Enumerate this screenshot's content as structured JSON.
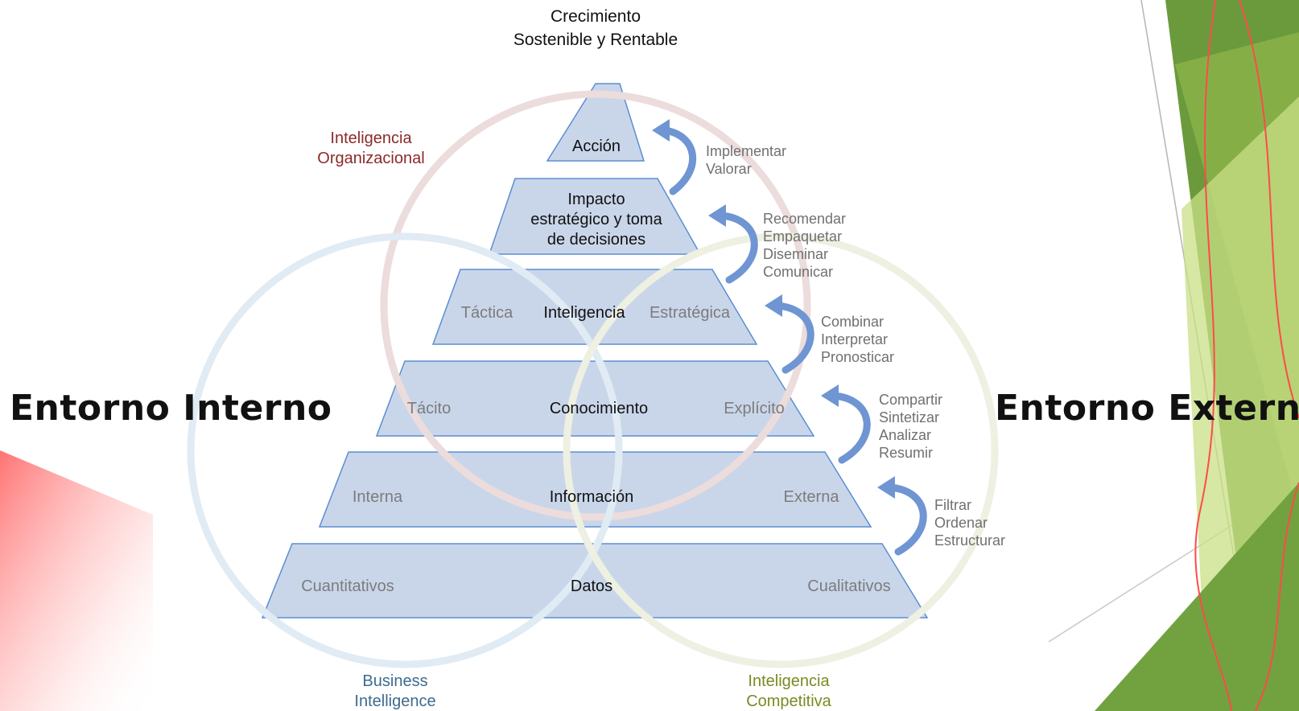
{
  "title": {
    "line1": "Crecimiento",
    "line2": "Sostenible y Rentable"
  },
  "headings": {
    "left": "Entorno Interno",
    "right": "Entorno Externo"
  },
  "circles": {
    "organizational": {
      "line1": "Inteligencia",
      "line2": "Organizacional",
      "color": "#8b2a2a",
      "ring": "#ecdcdc"
    },
    "business": {
      "line1": "Business",
      "line2": "Intelligence",
      "color": "#3e6b8f",
      "ring": "#e0ebf4"
    },
    "competitive": {
      "line1": "Inteligencia",
      "line2": "Competitiva",
      "color": "#7a8b22",
      "ring": "#eef0e2"
    }
  },
  "pyramid": {
    "fill": "#c9d6ea",
    "stroke": "#5b8ed1",
    "levels": [
      {
        "center": "Acción",
        "left": "",
        "right": ""
      },
      {
        "center_lines": [
          "Impacto",
          "estratégico y toma",
          "de decisiones"
        ],
        "left": "",
        "right": ""
      },
      {
        "center": "Inteligencia",
        "left": "Táctica",
        "right": "Estratégica"
      },
      {
        "center": "Conocimiento",
        "left": "Tácito",
        "right": "Explícito"
      },
      {
        "center": "Información",
        "left": "Interna",
        "right": "Externa"
      },
      {
        "center": "Datos",
        "left": "Cuantitativos",
        "right": "Cualitativos"
      }
    ]
  },
  "processes": [
    {
      "lines": [
        "Implementar",
        "Valorar"
      ]
    },
    {
      "lines": [
        "Recomendar",
        "Empaquetar",
        "Diseminar",
        "Comunicar"
      ]
    },
    {
      "lines": [
        "Combinar",
        "Interpretar",
        "Pronosticar"
      ]
    },
    {
      "lines": [
        "Compartir",
        "Sintetizar",
        "Analizar",
        "Resumir"
      ]
    },
    {
      "lines": [
        "Filtrar",
        "Ordenar",
        "Estructurar"
      ]
    }
  ],
  "colors": {
    "arrow": "#6f95d3",
    "process_text": "#707070",
    "side_text": "#7c7c7c",
    "theme_green_dark": "#6f9b3d",
    "theme_green_light": "#c7de7e",
    "theme_red": "#ff4040"
  }
}
